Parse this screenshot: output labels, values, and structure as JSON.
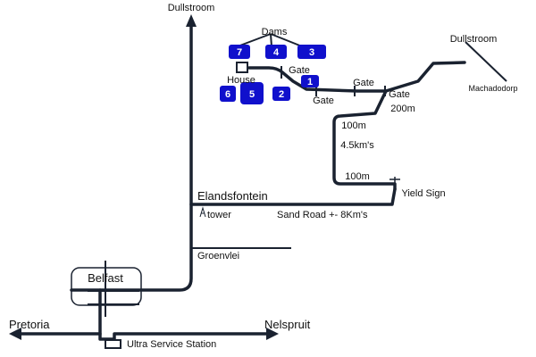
{
  "colors": {
    "road": "#1a2230",
    "dam_fill": "#1010cc",
    "dam_text": "#ffffff",
    "label": "#111111"
  },
  "labels": {
    "dullstroom_north": "Dullstroom",
    "dullstroom_east": "Dullstroom",
    "machadodorp": "Machadodorp",
    "dams": "Dams",
    "house": "House",
    "gate_1": "Gate",
    "gate_2": "Gate",
    "gate_3": "Gate",
    "gate_4": "Gate",
    "dist_200m": "200m",
    "dist_100m_top": "100m",
    "dist_4_5km": "4.5km's",
    "dist_100m_bottom": "100m",
    "yield_sign": "Yield Sign",
    "elandsfontein": "Elandsfontein",
    "tower": "tower",
    "sand_road": "Sand Road +- 8Km's",
    "groenvlei": "Groenvlei",
    "belfast": "Belfast",
    "pretoria": "Pretoria",
    "nelspruit": "Nelspruit",
    "ultra_service_station": "Ultra Service Station"
  },
  "dams": [
    {
      "number": "7"
    },
    {
      "number": "4"
    },
    {
      "number": "3"
    },
    {
      "number": "1"
    },
    {
      "number": "6"
    },
    {
      "number": "5"
    },
    {
      "number": "2"
    }
  ],
  "icons": [
    "north-arrow-icon",
    "west-arrow-icon",
    "east-arrow-icon",
    "tower-icon",
    "yield-sign-icon",
    "house-icon",
    "service-station-icon"
  ]
}
